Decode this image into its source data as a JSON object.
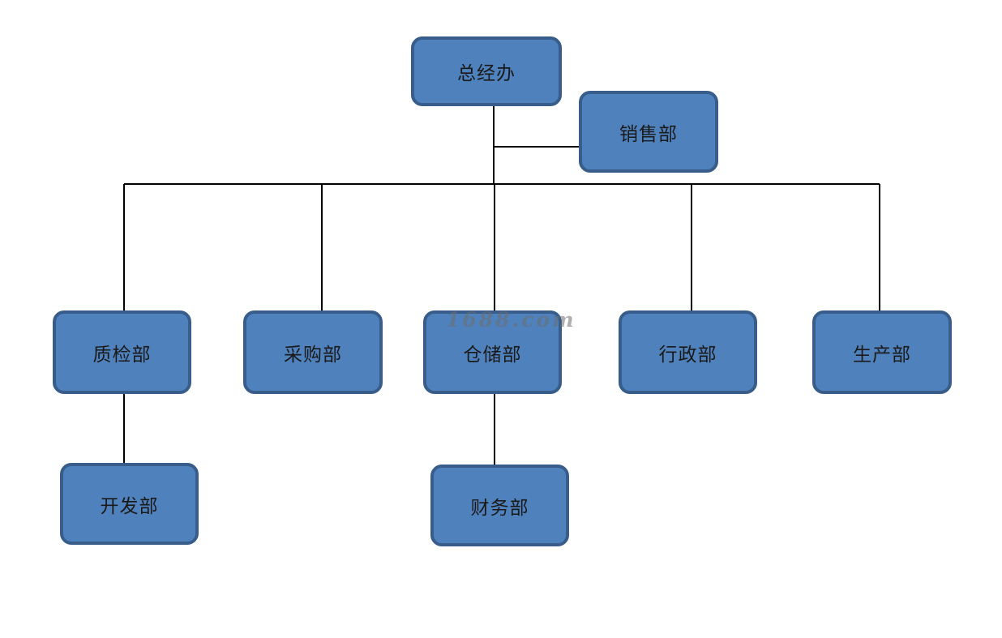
{
  "org_chart": {
    "top": {
      "label": "总经办"
    },
    "assistant": {
      "label": "销售部"
    },
    "departments": [
      {
        "label": "质检部"
      },
      {
        "label": "采购部"
      },
      {
        "label": "仓储部"
      },
      {
        "label": "行政部"
      },
      {
        "label": "生产部"
      }
    ],
    "sub_units": [
      {
        "label": "开发部",
        "parent": "质检部"
      },
      {
        "label": "财务部",
        "parent": "仓储部"
      }
    ]
  },
  "watermark": {
    "text": "1688.com"
  },
  "colors": {
    "box_fill": "#4f81bd",
    "box_border": "#385d8a",
    "line": "#000000",
    "text": "#1a1a1a"
  }
}
